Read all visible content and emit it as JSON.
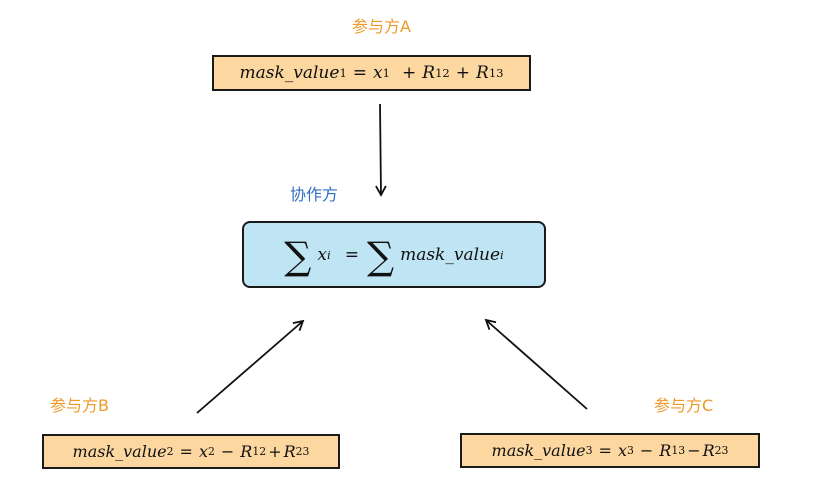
{
  "party_a": {
    "label": "参与方A",
    "formula": {
      "lhs": "mask_value",
      "lhs_sub": "1",
      "eq": "=",
      "x": "x",
      "x_sub": "1",
      "op1": "+",
      "r1": "R",
      "r1_sub": "12",
      "op2": "+",
      "r2": "R",
      "r2_sub": "13"
    }
  },
  "coordinator": {
    "label": "协作方",
    "formula": {
      "sum1": "∑",
      "x": "x",
      "x_sub": "i",
      "eq": "=",
      "sum2": "∑",
      "rhs": "mask_value",
      "rhs_sub": "i"
    }
  },
  "party_b": {
    "label": "参与方B",
    "formula": {
      "lhs": "mask_value",
      "lhs_sub": "2",
      "eq": "=",
      "x": "x",
      "x_sub": "2",
      "op1": "−",
      "r1": "R",
      "r1_sub": "12",
      "op2": "+",
      "r2": "R",
      "r2_sub": "23"
    }
  },
  "party_c": {
    "label": "参与方C",
    "formula": {
      "lhs": "mask_value",
      "lhs_sub": "3",
      "eq": "=",
      "x": "x",
      "x_sub": "3",
      "op1": "−",
      "r1": "R",
      "r1_sub": "13",
      "op2": "−",
      "r2": "R",
      "r2_sub": "23"
    }
  },
  "colors": {
    "party_label": "#ed9a2a",
    "coordinator_label": "#2f6fbf",
    "party_box_fill": "#fcd7a0",
    "coordinator_box_fill": "#bfe4f4",
    "border": "#1a1a1a"
  }
}
